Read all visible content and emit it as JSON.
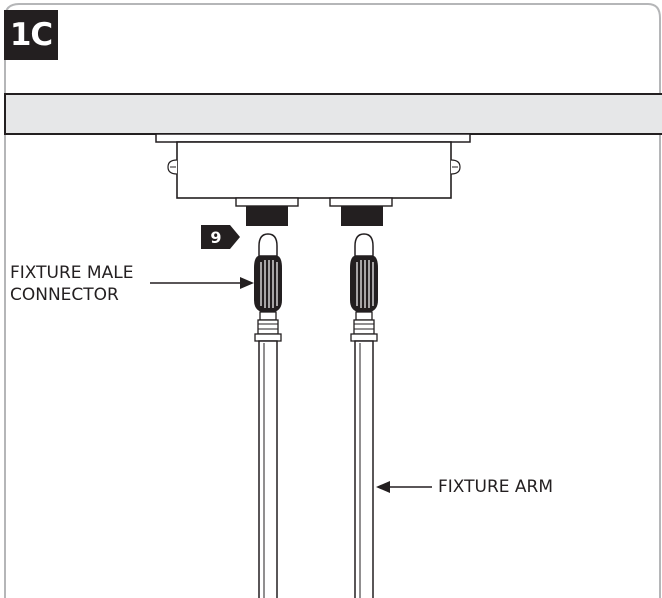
{
  "step_label": "1C",
  "step_badge": "9",
  "callouts": {
    "male_connector_line1": "FIXTURE MALE",
    "male_connector_line2": "CONNECTOR",
    "fixture_arm": "FIXTURE ARM"
  },
  "colors": {
    "ink": "#231f20",
    "ceiling_fill": "#e6e7e8",
    "badge_fill": "#231f20"
  }
}
